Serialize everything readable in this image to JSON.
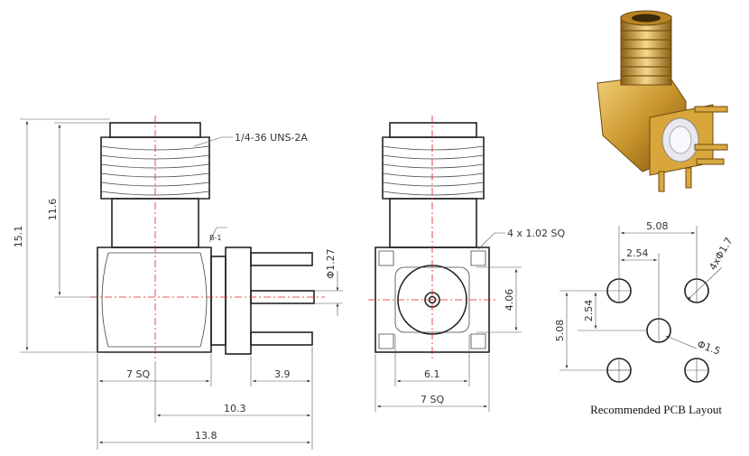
{
  "side_view": {
    "thread_note": "1/4-36 UNS-2A",
    "dim_overall_height": "15.1",
    "dim_thread_height": "11.6",
    "dim_pin_dia": "Φ1.27",
    "dim_body_width": "7 SQ",
    "dim_pin_length": "3.9",
    "dim_to_pin": "10.3",
    "dim_overall_length": "13.8",
    "detail_tag": "B-1"
  },
  "front_view": {
    "pad_note": "4 x 1.02 SQ",
    "dim_inner_height": "4.06",
    "dim_inner_width": "6.1",
    "dim_body_width": "7 SQ"
  },
  "pcb_layout": {
    "caption": "Recommended PCB Layout",
    "dim_outer_spacing_h": "5.08",
    "dim_half_spacing_h": "2.54",
    "dim_outer_spacing_v": "5.08",
    "dim_half_spacing_v": "2.54",
    "dim_mount_holes": "4xΦ1.7",
    "dim_center_hole": "Φ1.5"
  }
}
